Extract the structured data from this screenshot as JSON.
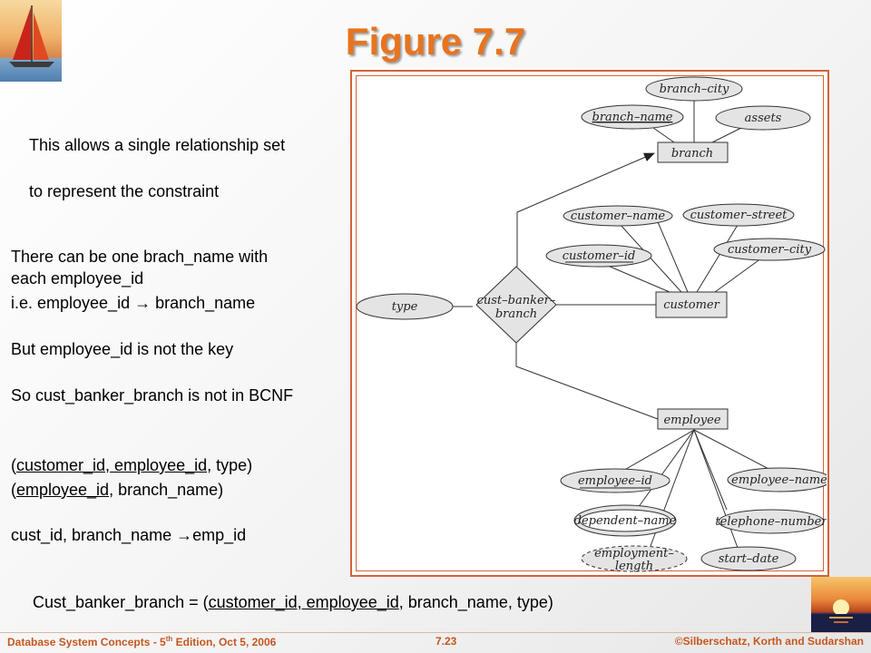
{
  "title": "Figure 7.7",
  "notes": {
    "line1": "This allows a single relationship set",
    "line2": "to represent the constraint",
    "line3": "There can be one brach_name with",
    "line4": "each employee_id",
    "line5_a": "i.e. employee_id ",
    "line5_b": " branch_name",
    "line6": "But employee_id is not the key",
    "line7": "So cust_banker_branch is not in BCNF",
    "schema1_open": "(",
    "schema1_key": "customer_id, employee_id",
    "schema1_rest": ", type)",
    "schema2_open": "(",
    "schema2_key": "employee_id",
    "schema2_rest": ", branch_name)",
    "fd_a": "cust_id, branch_name ",
    "fd_b": "emp_id",
    "bottom_a": "Cust_banker_branch = (",
    "bottom_key": "customer_id, employee_id",
    "bottom_rest": ", branch_name, type)"
  },
  "arrow_glyph": "→",
  "diagram": {
    "entities": {
      "branch": "branch",
      "customer": "customer",
      "employee": "employee"
    },
    "relationship": {
      "line1": "cust–banker–",
      "line2": "branch"
    },
    "attributes": {
      "branch_city": "branch–city",
      "branch_name": "branch–name",
      "assets": "assets",
      "customer_name": "customer–name",
      "customer_street": "customer–street",
      "customer_id": "customer–id",
      "customer_city": "customer–city",
      "type": "type",
      "employee_id": "employee–id",
      "employee_name": "employee–name",
      "dependent_name": "dependent–name",
      "telephone_number": "telephone–number",
      "employment_length_1": "employment–",
      "employment_length_2": "length",
      "start_date": "start–date"
    }
  },
  "footer": {
    "left_a": "Database  System Concepts  - 5",
    "left_sup": "th",
    "left_b": " Edition, Oct 5, 2006",
    "center": "7.23",
    "right": "©Silberschatz, Korth and Sudarshan"
  },
  "colors": {
    "title": "#e8741f",
    "footer": "#c4571f",
    "frame": "#d2633b",
    "box_fill": "#e4e4e4"
  }
}
